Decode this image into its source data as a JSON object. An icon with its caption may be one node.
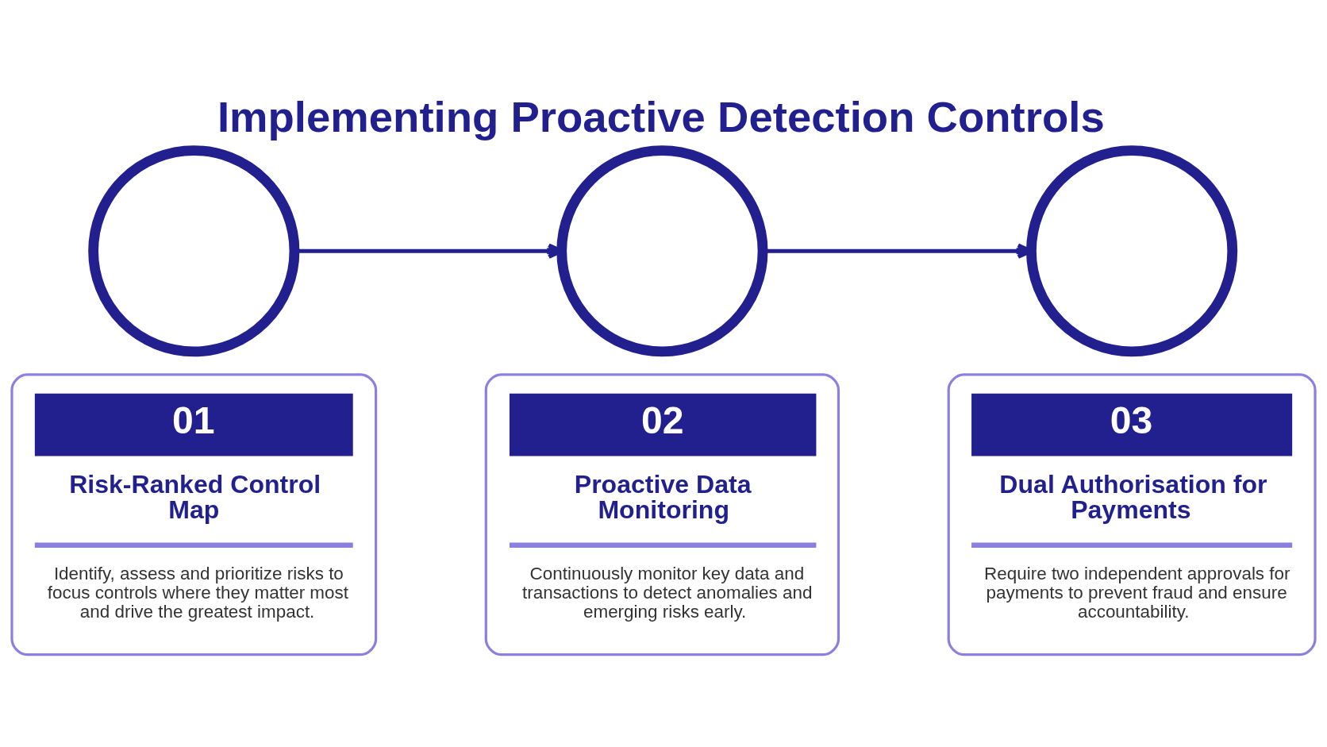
{
  "diagram": {
    "title": "Implementing Proactive Detection Controls",
    "nodes": [
      {
        "text": [],
        "shape": "circle"
      },
      {
        "text": [
          "01",
          "Risk-Ranked Control Map",
          "Identify, assess and prioritize risks to focus controls where they matter most and drive the greatest impact."
        ]
      },
      {
        "text": [],
        "shape": "circle"
      },
      {
        "text": [
          "02",
          "Proactive Data Monitoring",
          "Continuously monitor key data and transactions to detect anomalies and emerging risks early."
        ]
      },
      {
        "text": [],
        "shape": "circle"
      },
      {
        "text": [
          "03",
          "Dual Authorisation for Payments",
          "Require two independent approvals for payments to prevent fraud and ensure accountability."
        ]
      }
    ],
    "edges": [
      {
        "from": 0,
        "to": 2,
        "arrow": "to"
      },
      {
        "from": 2,
        "to": 4,
        "arrow": "to"
      }
    ]
  }
}
